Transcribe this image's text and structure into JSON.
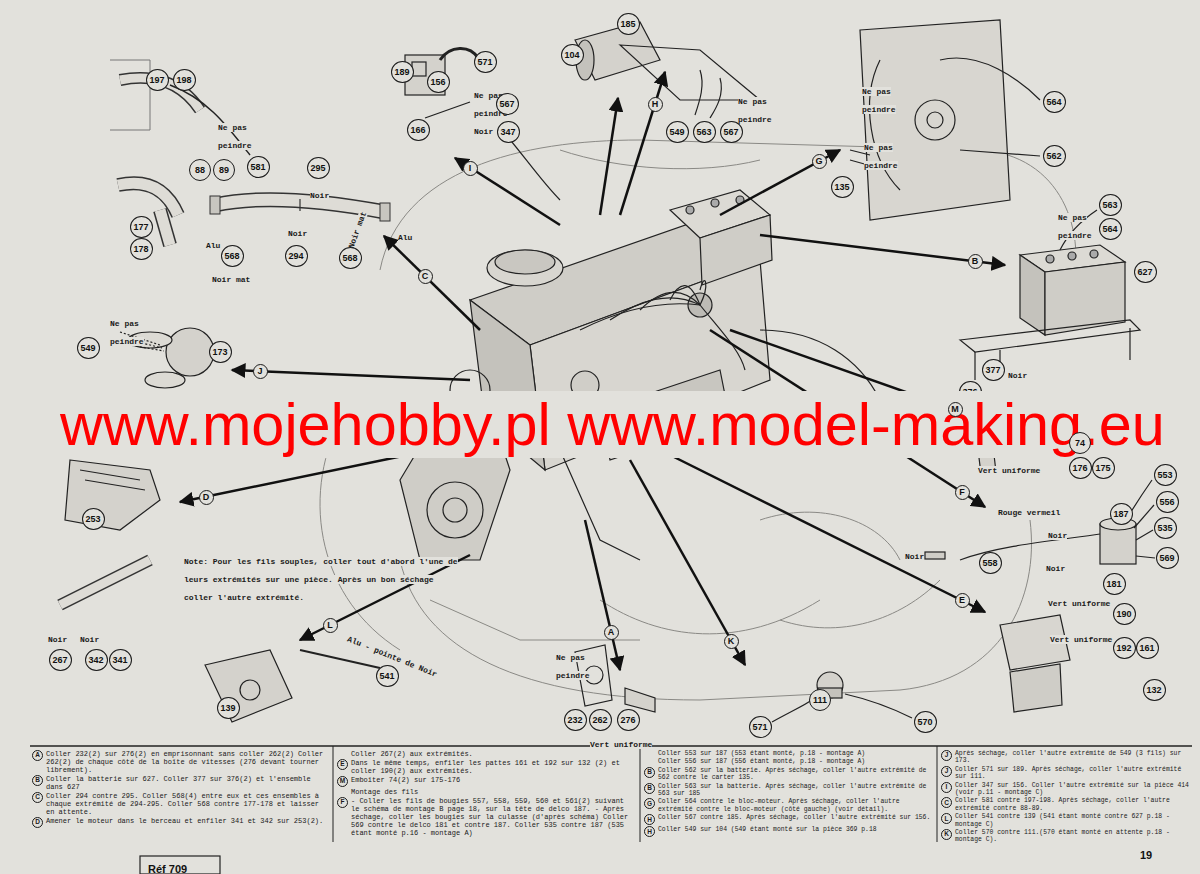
{
  "diagram": {
    "labels": [
      "197",
      "198",
      "Ne pas peindre",
      "581",
      "88",
      "89",
      "295",
      "Noir",
      "177",
      "178",
      "Alu",
      "Noir",
      "Noir mat",
      "Alu",
      "C",
      "294",
      "568",
      "568",
      "Noir mat",
      "571",
      "189",
      "156",
      "Ne pas peindre",
      "567",
      "166",
      "Noir",
      "347",
      "I",
      "185",
      "104",
      "Ne pas peindre",
      "H",
      "549",
      "563",
      "567",
      "Ne pas peindre",
      "564",
      "Ne pas peindre",
      "562",
      "G",
      "135",
      "563",
      "Ne pas peindre",
      "564",
      "B",
      "627",
      "377",
      "Noir",
      "376",
      "Noir",
      "www.mojehobby.pl www.model-making.eu",
      "549",
      "Ne pas peindre",
      "173",
      "J",
      "M",
      "74",
      "Vert uniforme",
      "176",
      "175",
      "553",
      "F",
      "Rouge vermeil",
      "556",
      "187",
      "Noir",
      "535",
      "Noir",
      "Noir",
      "569",
      "558",
      "181",
      "Vert uniforme",
      "E",
      "190",
      "Vert uniforme",
      "192",
      "161",
      "132",
      "D",
      "253",
      "Note: Pour les fils souples, coller tout d'abord l'une de leurs extrémités sur une pièce. Après un bon séchage coller l'autre extrémité.",
      "Noir",
      "Noir",
      "267",
      "342",
      "341",
      "L",
      "Alu - pointe de Noir",
      "541",
      "139",
      "Ne pas peindre",
      "A",
      "232",
      "262",
      "276",
      "Vert uniforme",
      "K",
      "111",
      "571",
      "570",
      "A",
      "Coller 232(2) sur 276(2) en emprisonnant sans coller 262(2) Coller 262(2) de chaque côté de la boîte de vitesses (276 devant tourner librement).",
      "B",
      "Coller la batterie sur 627. Coller 377 sur 376(2) et l'ensemble dans 627",
      "C",
      "Coller 294 contre 295. Coller 568(4) entre eux et ces ensembles à chaque extrémité de 294-295. Coller 568 contre 177-178 et laisser en attente.",
      "D",
      "Amener le moteur dans le berceau et enfiler 341 et 342 sur 253(2).",
      "Coller 267(2) aux extrémités.",
      "E",
      "Dans le même temps, enfiler les pattes 161 et 192 sur 132 (2) et coller 190(2) aux extrémités.",
      "M",
      "Emboîter 74(2) sur 175-176",
      "Montage des fils",
      "F",
      "- Coller les fils de bougies 557, 558, 559, 560 et 561(2) suivant le schéma de montage B page 18, sur la tête de delco 187. - Après séchage, coller les bougies sur la culasse (d'après schéma) Coller 569 contre le delco 181 et contre 187. Coller 535 contre 187 (535 étant monté p.16 - montage A)",
      "Coller 553 sur 187 (553 étant monté, p.18 - montage A)",
      "Coller 556 sur 187 (556 étant monté, p.18 - montage A)",
      "B",
      "Coller 562 sur la batterie. Après séchage, coller l'autre extrémité de 562 contre le carter 135.",
      "B",
      "Coller 563 sur la batterie. Après séchage, coller l'autre extrémité de 563 sur 185",
      "G",
      "Coller 564 contre le bloc-moteur. Après séchage, coller l'autre extrémité contre le bloc-moteur (côté gauche) (voir détail).",
      "H",
      "Coller 567 contre 185. Après séchage, coller l'autre extrémité sur 156.",
      "H",
      "Coller 549 sur 104 (549 étant monté sur la pièce 369 p.18",
      "J",
      "Après séchage, coller l'autre extrémité de 549 (3 fils) sur 173.",
      "J",
      "Coller 571 sur 189. Après séchage, coller l'autre extrémité sur 111.",
      "I",
      "Coller 347 sur 156. Coller l'autre extrémité sur la pièce 414 (voir p.11 - montage C)",
      "C",
      "Coller 581 contre 197-198. Après séchage, coller l'autre extrémité contre 88-89.",
      "L",
      "Coller 541 contre 139 (541 étant monté contre 627 p.18 - montage C)",
      "K",
      "Coller 570 contre 111.(570 étant monté en attente p.18 - montage C).",
      "19",
      "Réf 709"
    ]
  }
}
